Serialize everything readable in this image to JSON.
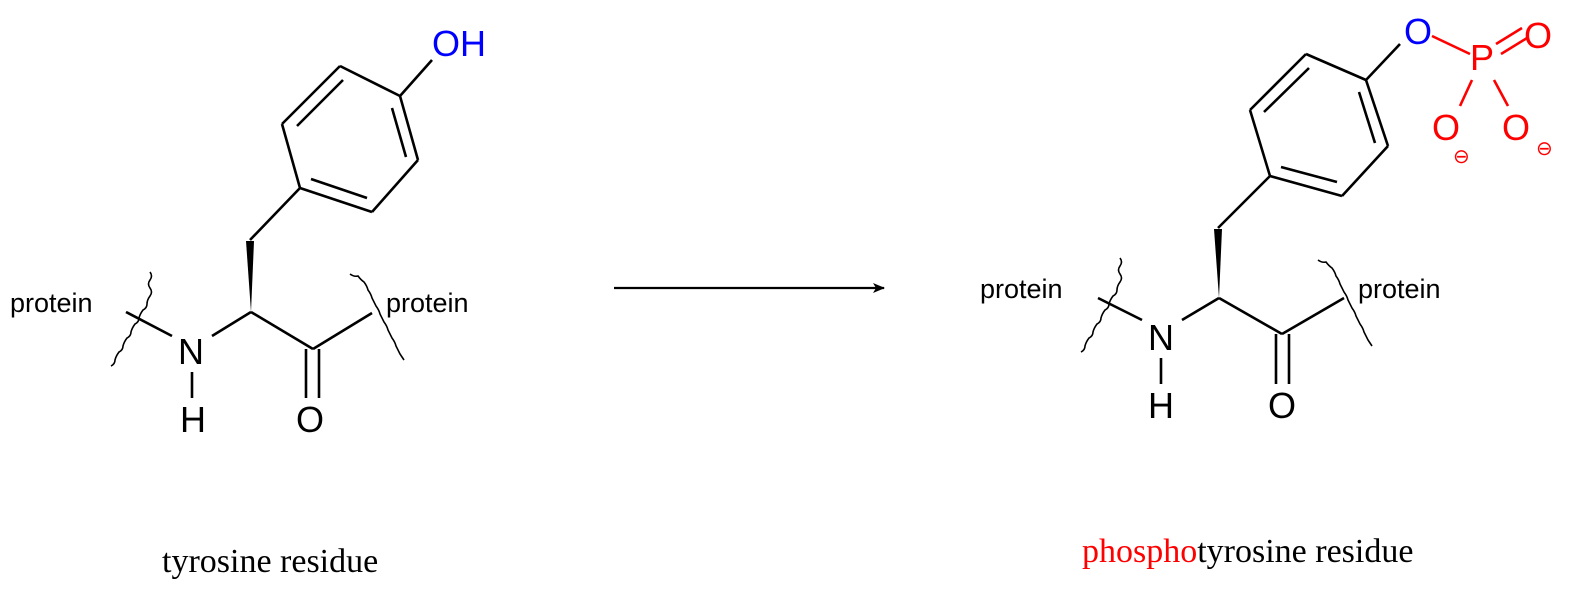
{
  "colors": {
    "default": "#000000",
    "oxygen_highlight": "#0000ff",
    "phosphate": "#ff0000",
    "background": "#ffffff"
  },
  "left": {
    "hydroxyl": "OH",
    "n": "N",
    "h": "H",
    "o": "O",
    "protein_left": "protein",
    "protein_right": "protein",
    "caption": "tyrosine residue"
  },
  "right": {
    "o_bridge": "O",
    "p": "P",
    "o_double": "O",
    "o_minus_1": "O",
    "o_minus_2": "O",
    "charge_1": "⊖",
    "charge_2": "⊖",
    "n": "N",
    "h": "H",
    "o": "O",
    "protein_left": "protein",
    "protein_right": "protein",
    "caption_prefix": "phospho",
    "caption_suffix": "tyrosine residue"
  }
}
